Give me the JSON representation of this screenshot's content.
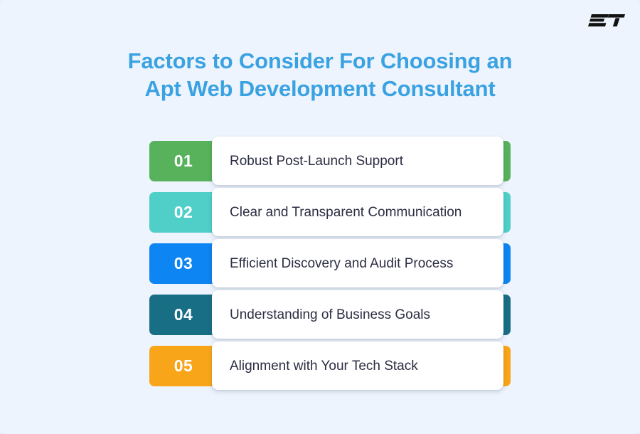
{
  "brand": {
    "logo_text": "ET",
    "logo_icon": "et-wordmark-logo"
  },
  "header": {
    "title_line_1": "Factors to Consider For Choosing an",
    "title_line_2": "Apt Web Development Consultant",
    "title_color": "#3ba2e2"
  },
  "theme": {
    "background": "#edf4fd",
    "card_background": "#ffffff",
    "label_text": "#2b2d42",
    "number_text": "#ffffff"
  },
  "list": {
    "items": [
      {
        "number": "01",
        "label": "Robust Post-Launch Support",
        "color": "#57b25b"
      },
      {
        "number": "02",
        "label": "Clear and Transparent Communication",
        "color": "#50cfc9"
      },
      {
        "number": "03",
        "label": "Efficient Discovery and Audit Process",
        "color": "#0d85f2"
      },
      {
        "number": "04",
        "label": "Understanding of Business Goals",
        "color": "#186e85"
      },
      {
        "number": "05",
        "label": "Alignment with Your Tech Stack",
        "color": "#f9a51a"
      }
    ]
  }
}
